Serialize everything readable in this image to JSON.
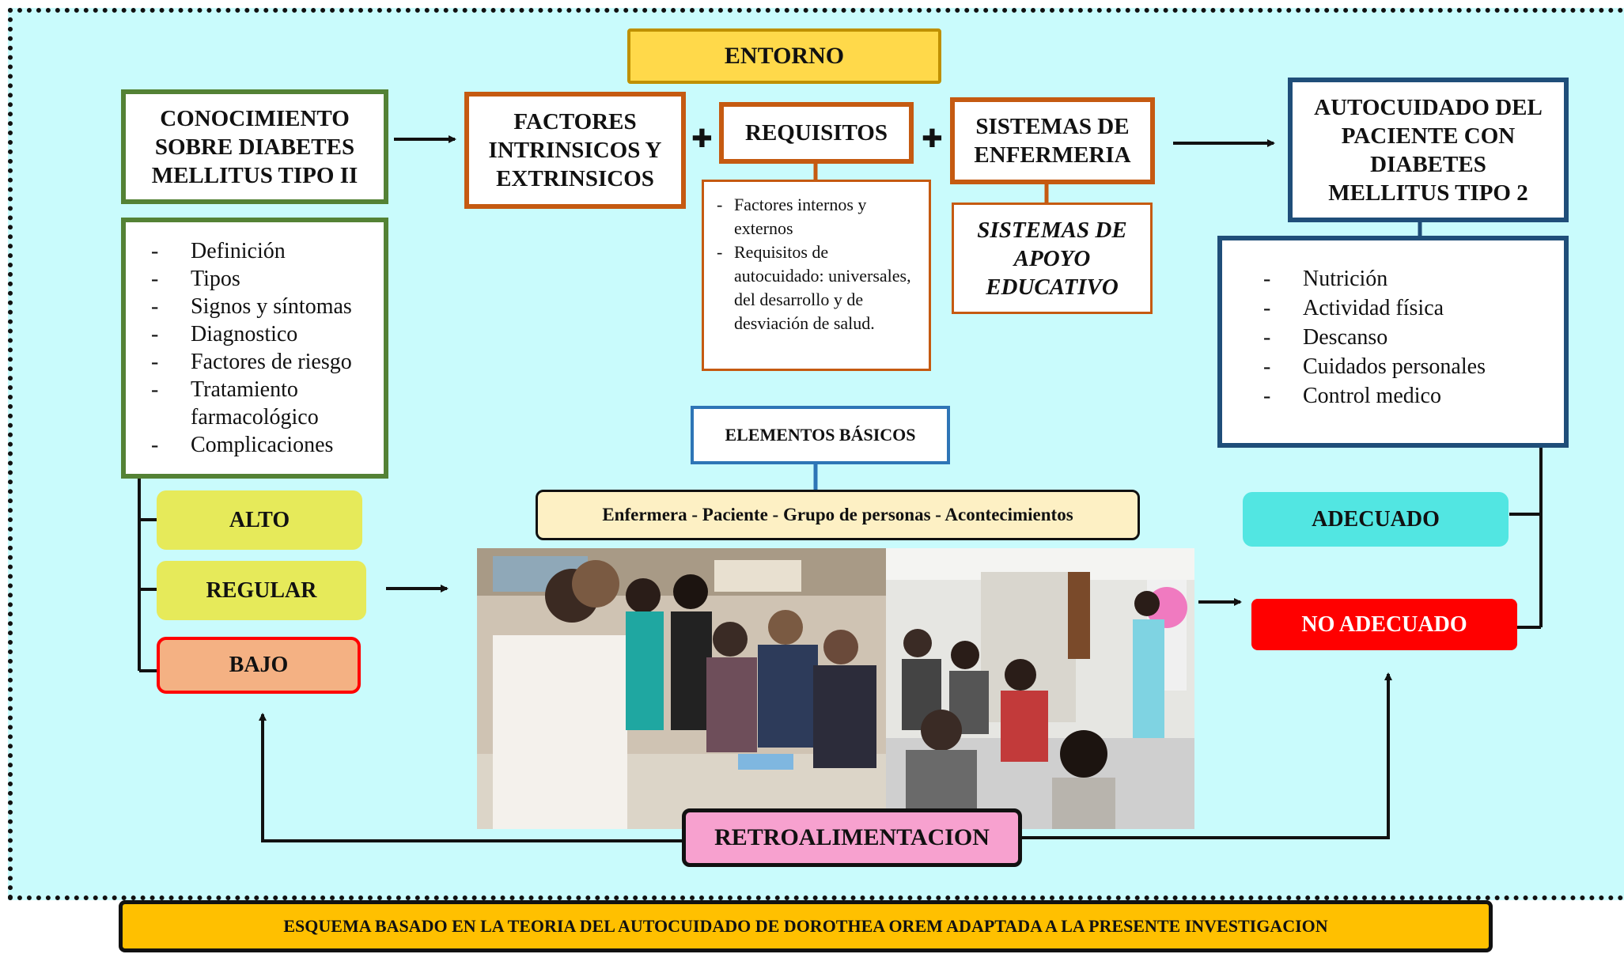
{
  "diagram": {
    "entorno": "ENTORNO",
    "conocimiento": {
      "title": "CONOCIMIENTO SOBRE DIABETES MELLITUS TIPO II",
      "items": [
        "Definición",
        "Tipos",
        "Signos y síntomas",
        "Diagnostico",
        "Factores de riesgo",
        "Tratamiento farmacológico",
        "Complicaciones"
      ]
    },
    "factores": "FACTORES INTRINSICOS Y EXTRINSICOS",
    "requisitos": {
      "title": "REQUISITOS",
      "items": [
        "Factores internos y externos",
        "Requisitos de autocuidado: universales, del desarrollo y de desviación de salud."
      ]
    },
    "sistemas": {
      "title": "SISTEMAS DE ENFERMERIA",
      "sub": "SISTEMAS DE APOYO EDUCATIVO"
    },
    "autocuidado": {
      "title": "AUTOCUIDADO DEL PACIENTE CON DIABETES MELLITUS TIPO 2",
      "items": [
        "Nutrición",
        "Actividad física",
        "Descanso",
        "Cuidados personales",
        "Control medico"
      ]
    },
    "elementos": {
      "title": "ELEMENTOS BÁSICOS",
      "detail": "Enfermera - Paciente - Grupo de personas - Acontecimientos"
    },
    "levels": {
      "alto": "ALTO",
      "regular": "REGULAR",
      "bajo": "BAJO"
    },
    "outcomes": {
      "adecuado": "ADECUADO",
      "no_adecuado": "NO ADECUADO"
    },
    "feedback": "RETROALIMENTACION",
    "caption": "ESQUEMA BASADO EN LA TEORIA DEL AUTOCUIDADO DE DOROTHEA OREM ADAPTADA A LA PRESENTE INVESTIGACION",
    "plus_symbol": "✚"
  },
  "colors": {
    "background": "#c9fbfc",
    "green_border": "#548235",
    "orange_border": "#c55a11",
    "blue_border": "#1f4e79",
    "entorno_fill": "#ffd94a",
    "alto_fill": "#e6ea5a",
    "bajo_fill": "#f4b183",
    "adecuado_fill": "#52e6e2",
    "no_adecuado_fill": "#ff0000",
    "feedback_fill": "#f7a1cf",
    "caption_fill": "#ffc000",
    "elementos_fill": "#fdf0c4"
  }
}
